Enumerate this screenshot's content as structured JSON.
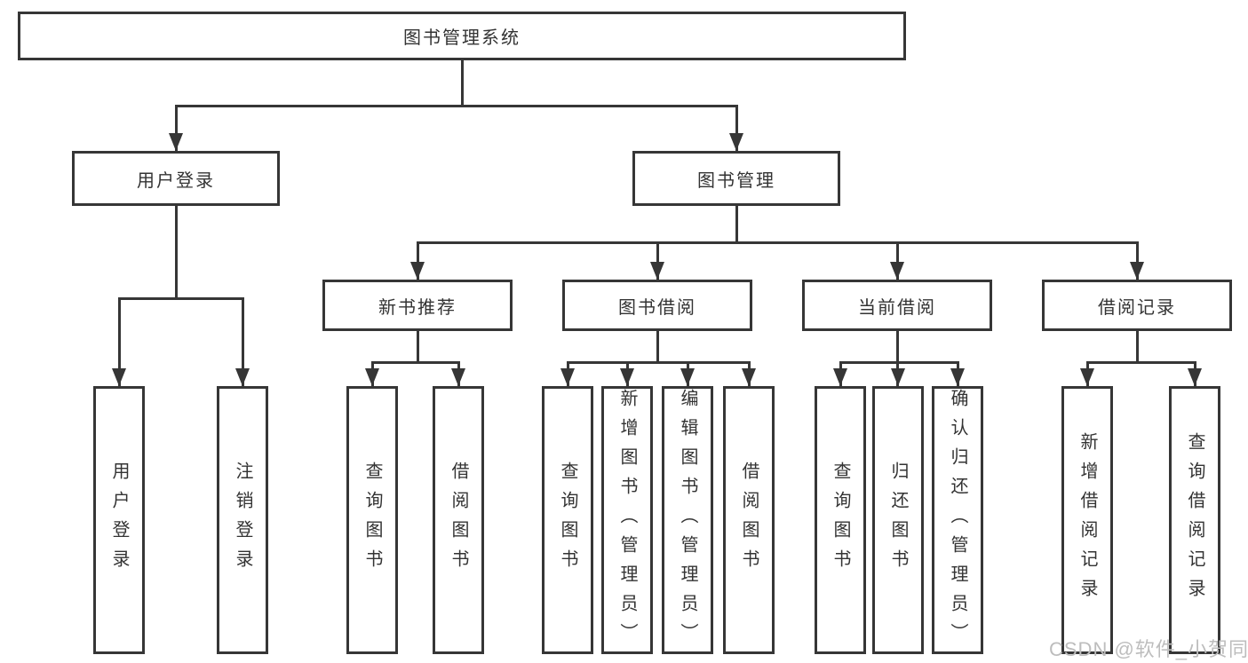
{
  "diagram": {
    "title": "图书管理系统"
  },
  "tree": {
    "root": {
      "label": "图书管理系统",
      "children": [
        {
          "label": "用户登录",
          "children": [
            {
              "label": "用户登录"
            },
            {
              "label": "注销登录"
            }
          ]
        },
        {
          "label": "图书管理",
          "children": [
            {
              "label": "新书推荐",
              "children": [
                {
                  "label": "查询图书"
                },
                {
                  "label": "借阅图书"
                }
              ]
            },
            {
              "label": "图书借阅",
              "children": [
                {
                  "label": "查询图书"
                },
                {
                  "label": "新增图书（管理员）"
                },
                {
                  "label": "编辑图书（管理员）"
                },
                {
                  "label": "借阅图书"
                }
              ]
            },
            {
              "label": "当前借阅",
              "children": [
                {
                  "label": "查询图书"
                },
                {
                  "label": "归还图书"
                },
                {
                  "label": "确认归还（管理员）"
                }
              ]
            },
            {
              "label": "借阅记录",
              "children": [
                {
                  "label": "新增借阅记录"
                },
                {
                  "label": "查询借阅记录"
                }
              ]
            }
          ]
        }
      ]
    }
  },
  "watermark": {
    "text": "CSDN @软件_小贺同学"
  },
  "colors": {
    "line": "#363636",
    "text": "#333333",
    "background": "#ffffff",
    "watermark": "#bdbdbd"
  }
}
